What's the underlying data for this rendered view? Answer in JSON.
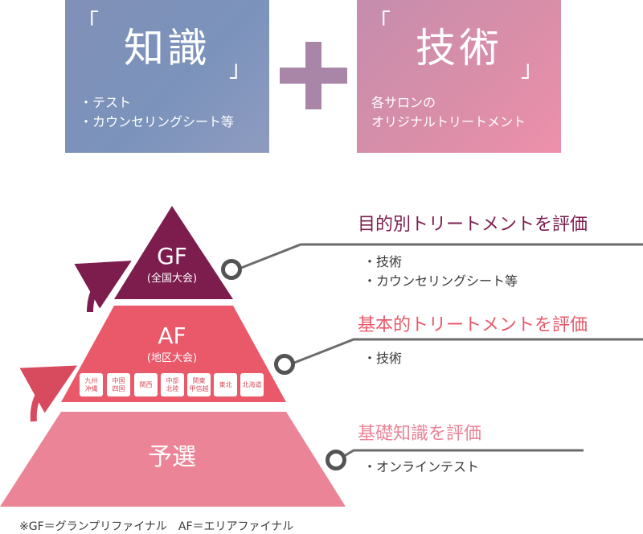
{
  "top": {
    "knowledge": {
      "open_bracket": "「",
      "close_bracket": "」",
      "title": "知識",
      "lines": [
        "・テスト",
        "・カウンセリングシート等"
      ]
    },
    "skill": {
      "open_bracket": "「",
      "close_bracket": "」",
      "title": "技術",
      "lines": [
        "各サロンの",
        "オリジナルトリートメント"
      ]
    }
  },
  "pyramid": {
    "gf": {
      "label": "GF",
      "sub": "(全国大会)"
    },
    "af": {
      "label": "AF",
      "sub": "(地区大会)",
      "regions": [
        "九州\n沖縄",
        "中国\n四国",
        "関西",
        "中部\n北陸",
        "関東\n甲信越",
        "東北",
        "北海道"
      ]
    },
    "prelim": {
      "label": "予選"
    }
  },
  "evaluations": [
    {
      "heading": "目的別トリートメントを評価",
      "items": [
        "・技術",
        "・カウンセリングシート等"
      ]
    },
    {
      "heading": "基本的トリートメントを評価",
      "items": [
        "・技術"
      ]
    },
    {
      "heading": "基礎知識を評価",
      "items": [
        "・オンラインテスト"
      ]
    }
  ],
  "footnote": "※GF＝グランプリファイナル　AF＝エリアファイナル",
  "colors": {
    "gf": "#7d1d4d",
    "af": "#e9596a",
    "prelim": "#ec8497",
    "gf_heading": "#7d1d4d",
    "af_heading": "#e9596a",
    "prelim_heading": "#ec8497",
    "connector": "#6b6b6b",
    "plus": "#a986a8"
  }
}
